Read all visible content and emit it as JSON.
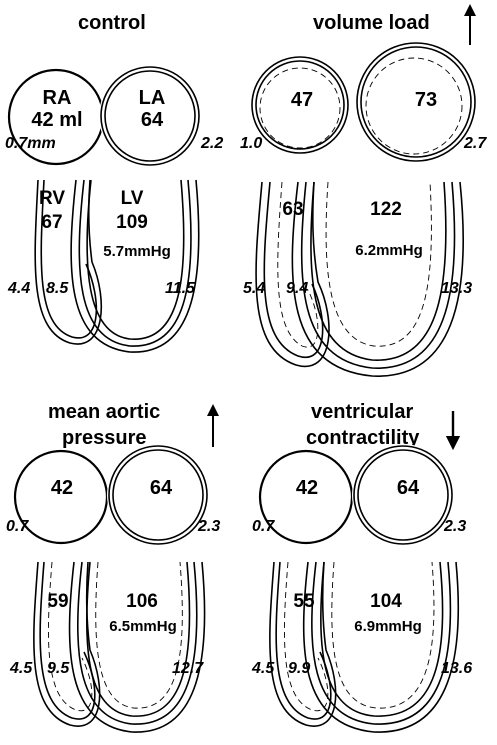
{
  "panels": {
    "control": {
      "title": "control",
      "ra": {
        "name": "RA",
        "volume": "42 ml"
      },
      "la": {
        "name": "LA",
        "volume": "64"
      },
      "rv": {
        "name": "RV",
        "volume": "67"
      },
      "lv": {
        "name": "LV",
        "volume": "109",
        "pressure": "5.7mmHg"
      },
      "wall": {
        "ra": "0.7mm",
        "la": "2.2",
        "rv": "4.4",
        "septum": "8.5",
        "lv": "11.5"
      }
    },
    "volume_load": {
      "title": "volume load",
      "arrow": "up",
      "ra": {
        "volume": "47"
      },
      "la": {
        "volume": "73"
      },
      "rv": {
        "volume": "63"
      },
      "lv": {
        "volume": "122",
        "pressure": "6.2mmHg"
      },
      "wall": {
        "ra": "1.0",
        "la": "2.7",
        "rv": "5.4",
        "septum": "9.4",
        "lv": "13.3"
      }
    },
    "mean_aortic_pressure": {
      "title_line1": "mean aortic",
      "title_line2": "pressure",
      "arrow": "up",
      "ra": {
        "volume": "42"
      },
      "la": {
        "volume": "64"
      },
      "rv": {
        "volume": "59"
      },
      "lv": {
        "volume": "106",
        "pressure": "6.5mmHg"
      },
      "wall": {
        "ra": "0.7",
        "la": "2.3",
        "rv": "4.5",
        "septum": "9.5",
        "lv": "12.7"
      }
    },
    "ventricular_contractility": {
      "title_line1": "ventricular",
      "title_line2": "contractility",
      "arrow": "down",
      "ra": {
        "volume": "42"
      },
      "la": {
        "volume": "64"
      },
      "rv": {
        "volume": "55"
      },
      "lv": {
        "volume": "104",
        "pressure": "6.9mmHg"
      },
      "wall": {
        "ra": "0.7",
        "la": "2.3",
        "rv": "4.5",
        "septum": "9.9",
        "lv": "13.6"
      }
    }
  }
}
